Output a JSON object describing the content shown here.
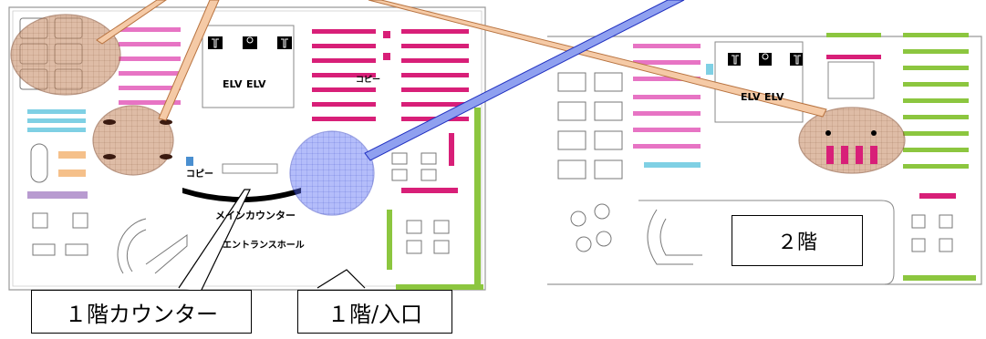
{
  "floor1": {
    "elv_1": "ELV",
    "elv_2": "ELV",
    "copy_1": "コピー",
    "copy_2": "コピー",
    "main_counter": "メインカウンター",
    "entrance_hall": "エントランスホール",
    "callout_counter": "１階カウンター",
    "callout_entrance": "１階/入口"
  },
  "floor2": {
    "elv_1": "ELV",
    "elv_2": "ELV",
    "callout_floor": "２階"
  },
  "colors": {
    "pink_shelf": "#e774c4",
    "magenta_shelf": "#d81f78",
    "green_shelf": "#8cc63f",
    "cyan_shelf": "#7fd0e4",
    "orange_shelf": "#f5c08a",
    "purple_shelf": "#b89bd0",
    "brown_highlight": "#c9906c",
    "blue_highlight": "#5b6ef5",
    "callout_line": "#b87340"
  },
  "icons": [
    "restroom-icon",
    "accessible-icon",
    "restroom-icon"
  ]
}
